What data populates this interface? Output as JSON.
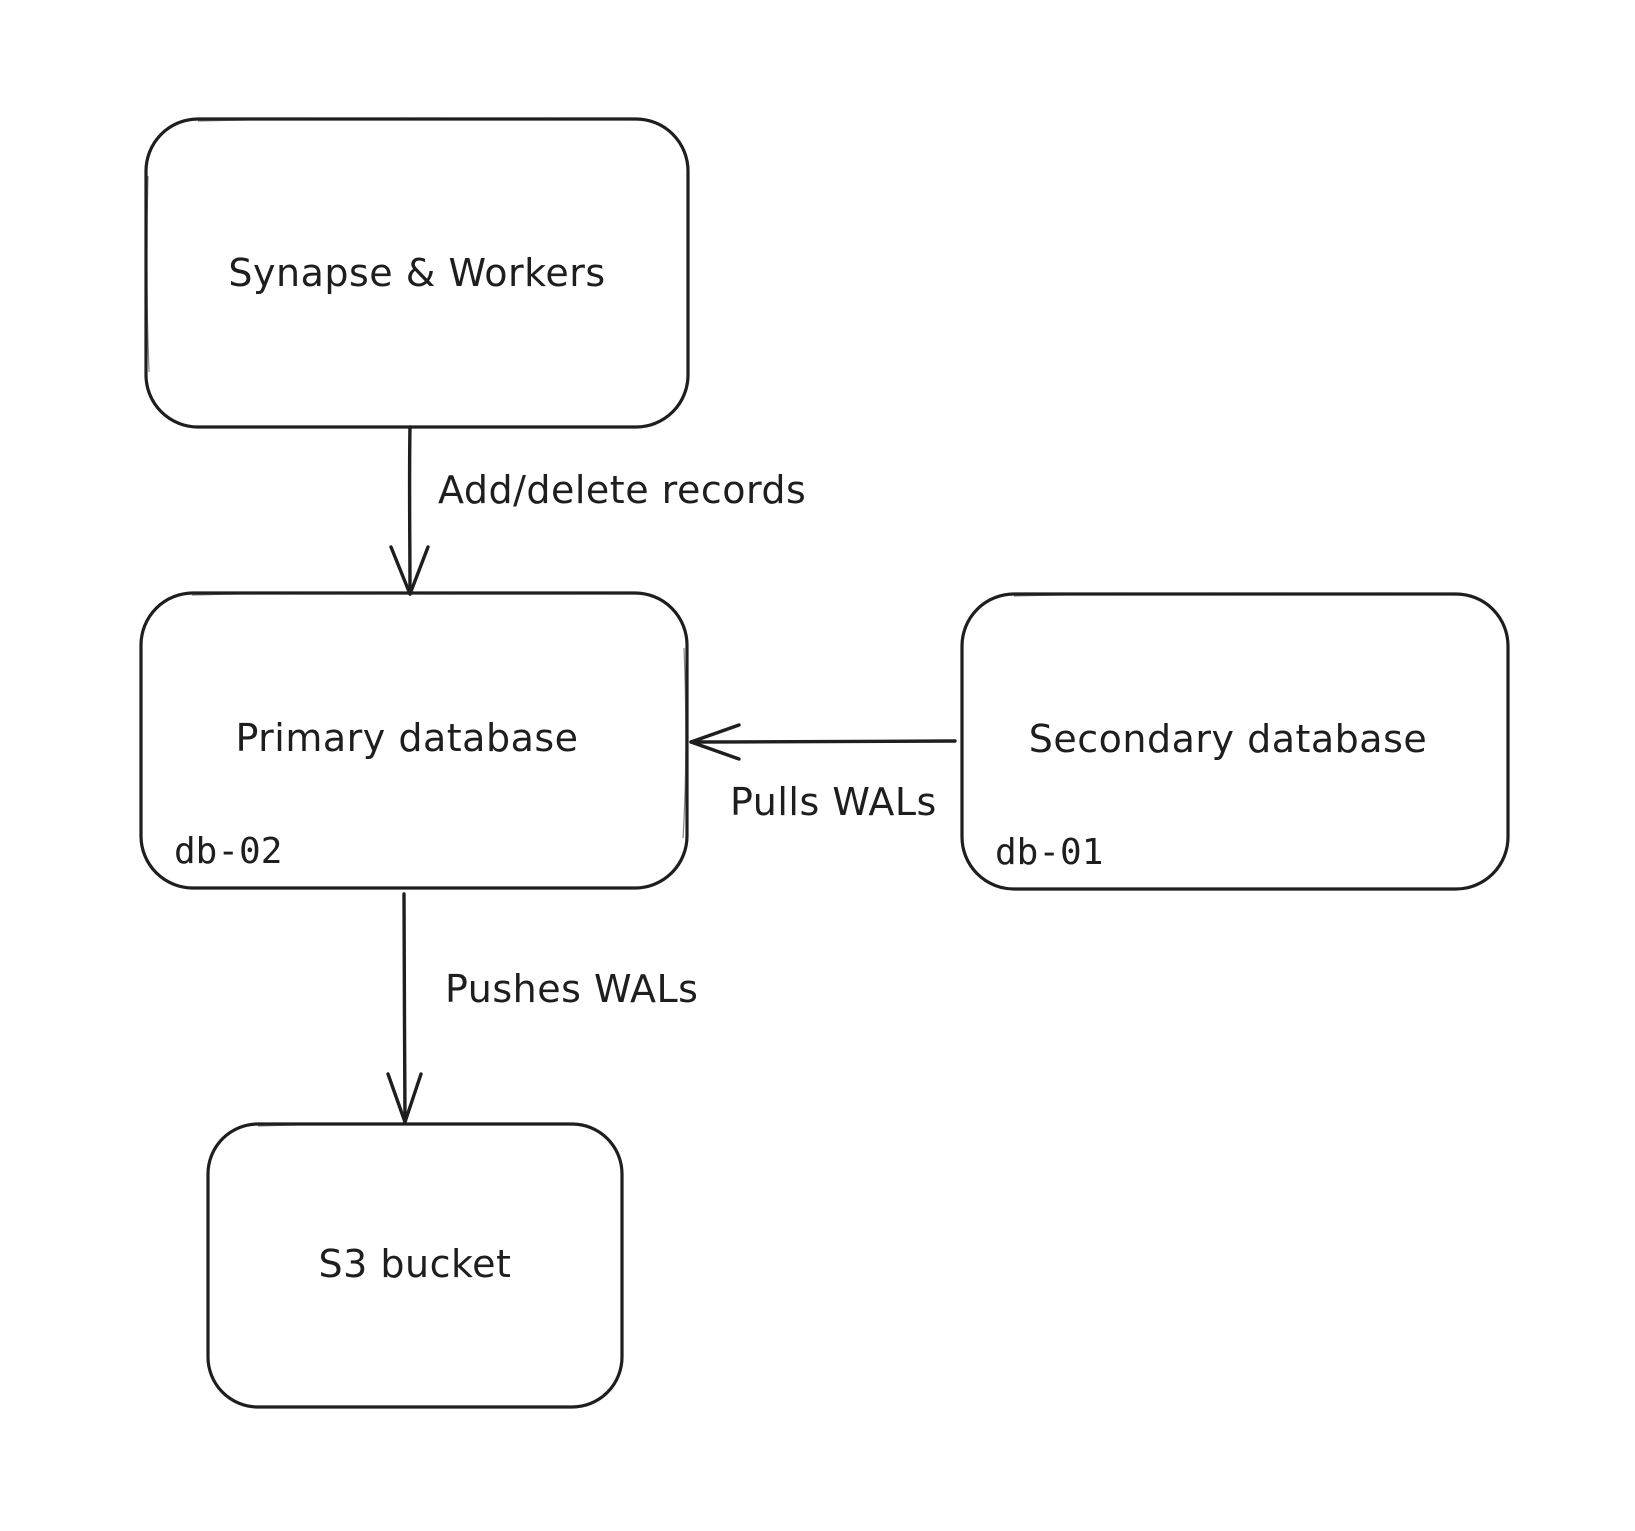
{
  "diagram": {
    "nodes": [
      {
        "id": "synapse",
        "label": "Synapse & Workers",
        "tag": ""
      },
      {
        "id": "primary",
        "label": "Primary database",
        "tag": "db-02"
      },
      {
        "id": "secondary",
        "label": "Secondary database",
        "tag": "db-01"
      },
      {
        "id": "s3",
        "label": "S3 bucket",
        "tag": ""
      }
    ],
    "edges": [
      {
        "from": "synapse",
        "to": "primary",
        "label": "Add/delete records"
      },
      {
        "from": "secondary",
        "to": "primary",
        "label": "Pulls WALs"
      },
      {
        "from": "primary",
        "to": "s3",
        "label": "Pushes WALs"
      }
    ],
    "colors": {
      "stroke": "#1e1e1e",
      "background": "#ffffff"
    }
  }
}
